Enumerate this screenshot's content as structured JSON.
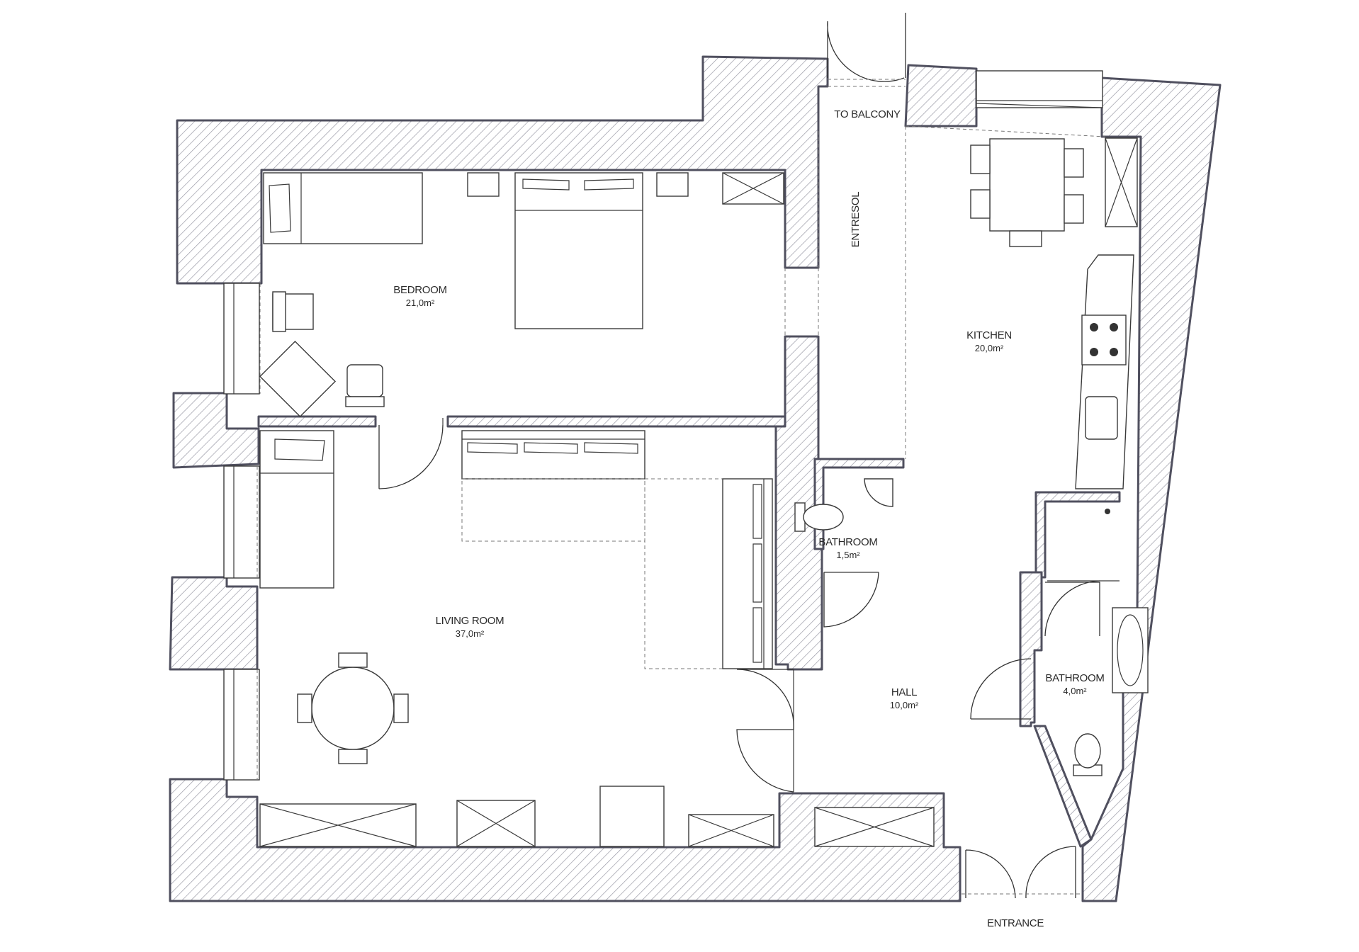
{
  "rooms": {
    "bedroom": {
      "name": "BEDROOM",
      "area": "21,0m²"
    },
    "kitchen": {
      "name": "KITCHEN",
      "area": "20,0m²"
    },
    "living_room": {
      "name": "LIVING ROOM",
      "area": "37,0m²"
    },
    "bathroom_small": {
      "name": "BATHROOM",
      "area": "1,5m²"
    },
    "hall": {
      "name": "HALL",
      "area": "10,0m²"
    },
    "bathroom_large": {
      "name": "BATHROOM",
      "area": "4,0m²"
    }
  },
  "labels": {
    "to_balcony": "TO BALCONY",
    "entresol": "ENTRESOL",
    "entrance": "ENTRANCE"
  },
  "colors": {
    "wall_stroke": "#50505f",
    "hatch": "#9a9aa6"
  }
}
